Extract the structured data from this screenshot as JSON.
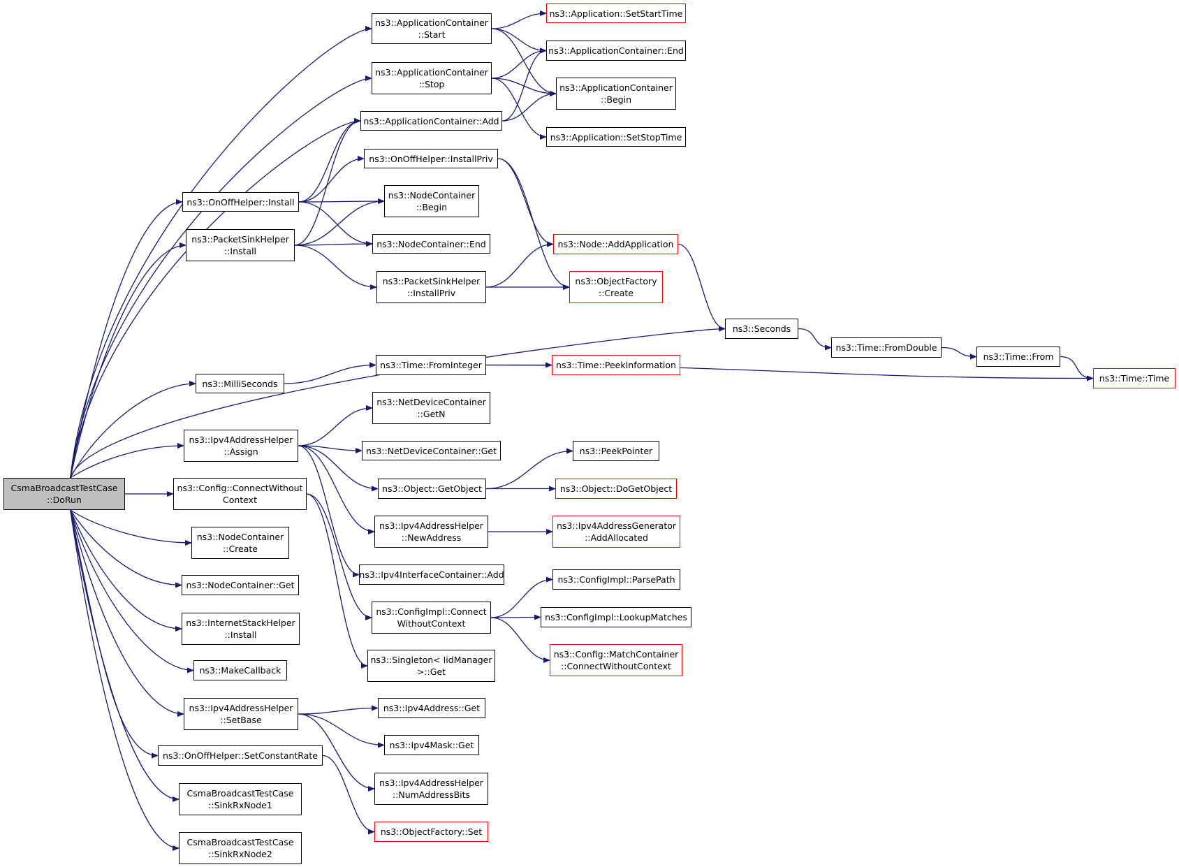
{
  "nodes": {
    "root": [
      "CsmaBroadcastTestCase",
      "::DoRun"
    ],
    "appStart": [
      "ns3::ApplicationContainer",
      "::Start"
    ],
    "appStop": [
      "ns3::ApplicationContainer",
      "::Stop"
    ],
    "appAdd": [
      "ns3::ApplicationContainer::Add"
    ],
    "appSetStart": [
      "ns3::Application::SetStartTime"
    ],
    "appEnd": [
      "ns3::ApplicationContainer::End"
    ],
    "appBegin": [
      "ns3::ApplicationContainer",
      "::Begin"
    ],
    "appSetStop": [
      "ns3::Application::SetStopTime"
    ],
    "onoffInstallPriv": [
      "ns3::OnOffHelper::InstallPriv"
    ],
    "onoffInstall": [
      "ns3::OnOffHelper::Install"
    ],
    "ncBegin": [
      "ns3::NodeContainer",
      "::Begin"
    ],
    "pshInstall": [
      "ns3::PacketSinkHelper",
      "::Install"
    ],
    "ncEnd": [
      "ns3::NodeContainer::End"
    ],
    "nodeAddApp": [
      "ns3::Node::AddApplication"
    ],
    "pshInstallPriv": [
      "ns3::PacketSinkHelper",
      "::InstallPriv"
    ],
    "ofCreate": [
      "ns3::ObjectFactory",
      "::Create"
    ],
    "seconds": [
      "ns3::Seconds"
    ],
    "fromDouble": [
      "ns3::Time::FromDouble"
    ],
    "timeFrom": [
      "ns3::Time::From"
    ],
    "timeTime": [
      "ns3::Time::Time"
    ],
    "milli": [
      "ns3::MilliSeconds"
    ],
    "fromInteger": [
      "ns3::Time::FromInteger"
    ],
    "peekInfo": [
      "ns3::Time::PeekInformation"
    ],
    "ndcGetN": [
      "ns3::NetDeviceContainer",
      "::GetN"
    ],
    "ipv4Assign": [
      "ns3::Ipv4AddressHelper",
      "::Assign"
    ],
    "ndcGet": [
      "ns3::NetDeviceContainer::Get"
    ],
    "peekPointer": [
      "ns3::PeekPointer"
    ],
    "getObject": [
      "ns3::Object::GetObject"
    ],
    "doGetObject": [
      "ns3::Object::DoGetObject"
    ],
    "cfgConnect": [
      "ns3::Config::ConnectWithout",
      "Context"
    ],
    "newAddress": [
      "ns3::Ipv4AddressHelper",
      "::NewAddress"
    ],
    "addAllocated": [
      "ns3::Ipv4AddressGenerator",
      "::AddAllocated"
    ],
    "ncCreate": [
      "ns3::NodeContainer",
      "::Create"
    ],
    "iicAdd": [
      "ns3::Ipv4InterfaceContainer::Add"
    ],
    "parsePath": [
      "ns3::ConfigImpl::ParsePath"
    ],
    "ncGet": [
      "ns3::NodeContainer::Get"
    ],
    "cimplConnect": [
      "ns3::ConfigImpl::Connect",
      "WithoutContext"
    ],
    "lookup": [
      "ns3::ConfigImpl::LookupMatches"
    ],
    "ishInstall": [
      "ns3::InternetStackHelper",
      "::Install"
    ],
    "matchCont": [
      "ns3::Config::MatchContainer",
      "::ConnectWithoutContext"
    ],
    "singleton": [
      "ns3::Singleton< IidManager",
      " >::Get"
    ],
    "makeCb": [
      "ns3::MakeCallback"
    ],
    "setBase": [
      "ns3::Ipv4AddressHelper",
      "::SetBase"
    ],
    "ipv4AddrGet": [
      "ns3::Ipv4Address::Get"
    ],
    "ipv4MaskGet": [
      "ns3::Ipv4Mask::Get"
    ],
    "setConstRate": [
      "ns3::OnOffHelper::SetConstantRate"
    ],
    "numBits": [
      "ns3::Ipv4AddressHelper",
      "::NumAddressBits"
    ],
    "sink1": [
      "CsmaBroadcastTestCase",
      "::SinkRxNode1"
    ],
    "ofSet": [
      "ns3::ObjectFactory::Set"
    ],
    "sink2": [
      "CsmaBroadcastTestCase",
      "::SinkRxNode2"
    ]
  },
  "red_nodes": [
    "appSetStart",
    "nodeAddApp",
    "ofCreate",
    "timeTime",
    "peekInfo",
    "doGetObject",
    "addAllocated",
    "matchCont",
    "ofSet"
  ],
  "edges": [
    [
      "root",
      "appStart"
    ],
    [
      "root",
      "appStop"
    ],
    [
      "root",
      "appAdd"
    ],
    [
      "root",
      "onoffInstall"
    ],
    [
      "root",
      "pshInstall"
    ],
    [
      "root",
      "seconds"
    ],
    [
      "root",
      "milli"
    ],
    [
      "root",
      "ipv4Assign"
    ],
    [
      "root",
      "cfgConnect"
    ],
    [
      "root",
      "ncCreate"
    ],
    [
      "root",
      "ncGet"
    ],
    [
      "root",
      "ishInstall"
    ],
    [
      "root",
      "makeCb"
    ],
    [
      "root",
      "setBase"
    ],
    [
      "root",
      "setConstRate"
    ],
    [
      "root",
      "sink1"
    ],
    [
      "root",
      "sink2"
    ],
    [
      "appStart",
      "appSetStart"
    ],
    [
      "appStart",
      "appEnd"
    ],
    [
      "appStart",
      "appBegin"
    ],
    [
      "appStop",
      "appEnd"
    ],
    [
      "appStop",
      "appBegin"
    ],
    [
      "appStop",
      "appSetStop"
    ],
    [
      "appAdd",
      "appEnd"
    ],
    [
      "appAdd",
      "appBegin"
    ],
    [
      "onoffInstall",
      "appAdd"
    ],
    [
      "onoffInstall",
      "onoffInstallPriv"
    ],
    [
      "onoffInstall",
      "ncBegin"
    ],
    [
      "onoffInstall",
      "ncEnd"
    ],
    [
      "pshInstall",
      "appAdd"
    ],
    [
      "pshInstall",
      "ncBegin"
    ],
    [
      "pshInstall",
      "ncEnd"
    ],
    [
      "pshInstall",
      "pshInstallPriv"
    ],
    [
      "onoffInstallPriv",
      "nodeAddApp"
    ],
    [
      "onoffInstallPriv",
      "ofCreate"
    ],
    [
      "pshInstallPriv",
      "nodeAddApp"
    ],
    [
      "pshInstallPriv",
      "ofCreate"
    ],
    [
      "nodeAddApp",
      "seconds"
    ],
    [
      "seconds",
      "fromDouble"
    ],
    [
      "fromDouble",
      "timeFrom"
    ],
    [
      "timeFrom",
      "timeTime"
    ],
    [
      "milli",
      "fromInteger"
    ],
    [
      "fromInteger",
      "peekInfo"
    ],
    [
      "fromInteger",
      "timeTime"
    ],
    [
      "ipv4Assign",
      "ndcGetN"
    ],
    [
      "ipv4Assign",
      "ndcGet"
    ],
    [
      "ipv4Assign",
      "getObject"
    ],
    [
      "ipv4Assign",
      "newAddress"
    ],
    [
      "ipv4Assign",
      "iicAdd"
    ],
    [
      "getObject",
      "peekPointer"
    ],
    [
      "getObject",
      "doGetObject"
    ],
    [
      "newAddress",
      "addAllocated"
    ],
    [
      "cfgConnect",
      "cimplConnect"
    ],
    [
      "cfgConnect",
      "singleton"
    ],
    [
      "cimplConnect",
      "parsePath"
    ],
    [
      "cimplConnect",
      "lookup"
    ],
    [
      "cimplConnect",
      "matchCont"
    ],
    [
      "setBase",
      "ipv4AddrGet"
    ],
    [
      "setBase",
      "ipv4MaskGet"
    ],
    [
      "setBase",
      "numBits"
    ],
    [
      "setConstRate",
      "ofSet"
    ]
  ],
  "colors": {
    "edge": "#191970",
    "red_border": "#ff0000",
    "root_fill": "#bfbfbf"
  }
}
